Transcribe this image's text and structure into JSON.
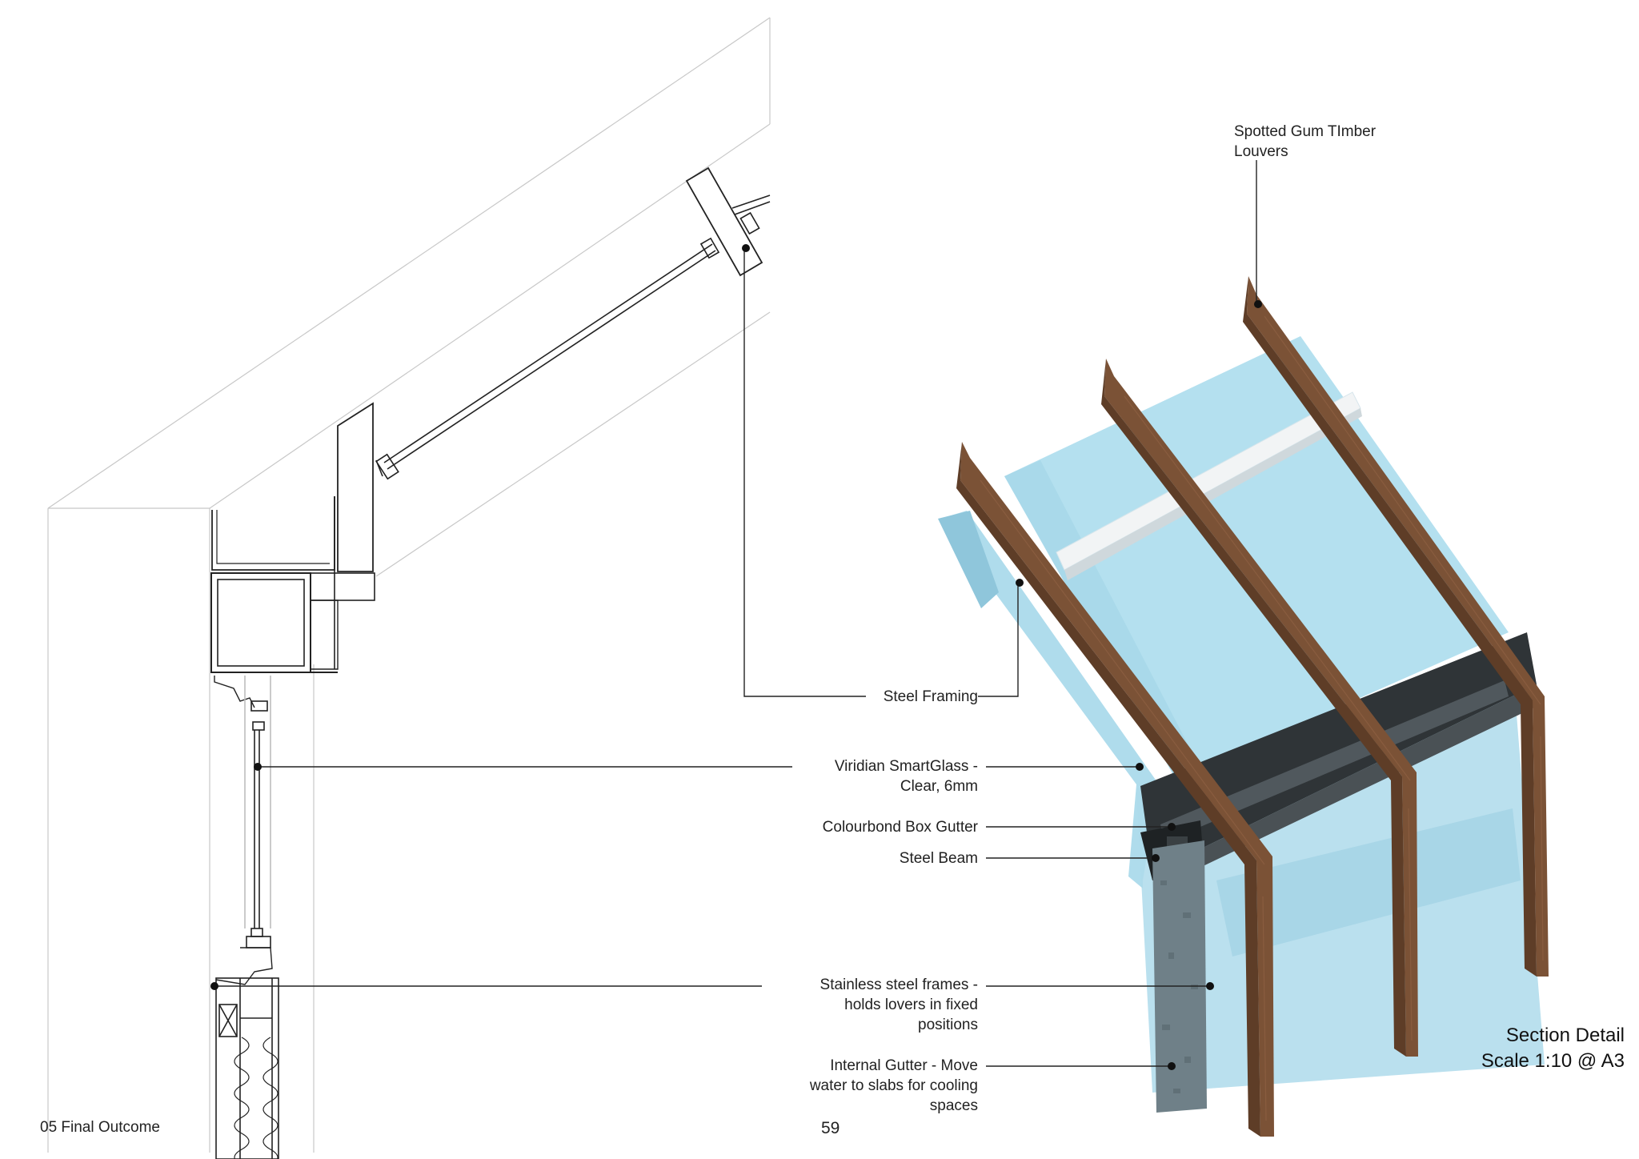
{
  "labels": {
    "spotted_gum": "Spotted Gum TImber\nLouvers",
    "steel_framing": "Steel Framing",
    "smartglass": "Viridian SmartGlass -\nClear, 6mm",
    "box_gutter": "Colourbond Box Gutter",
    "steel_beam": "Steel Beam",
    "stainless_frames": "Stainless steel frames -\nholds lovers in fixed\npositions",
    "internal_gutter": "Internal Gutter - Move\nwater to slabs for cooling\nspaces"
  },
  "section_title": {
    "line1": "Section Detail",
    "line2": "Scale 1:10 @ A3"
  },
  "footer": {
    "chapter": "05 Final Outcome",
    "page_number": "59"
  },
  "colors": {
    "glass": "#b4e0ef",
    "glass_dark": "#8ec7dc",
    "timber": "#7b5236",
    "timber_dark": "#5e3d27",
    "steel": "#2f3437",
    "concrete": "#6f8088"
  }
}
